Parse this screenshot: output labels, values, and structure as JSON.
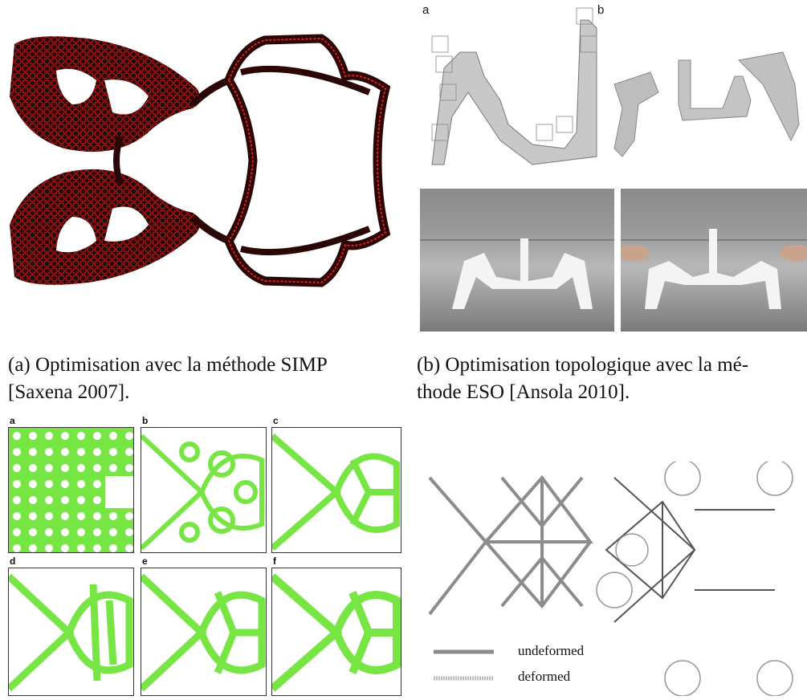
{
  "figure_a": {
    "caption_line1": "(a) Optimisation avec la méthode SIMP",
    "caption_line2": "[Saxena 2007]."
  },
  "figure_b": {
    "panel_a_label": "a",
    "panel_b_label": "b",
    "caption_line1": "(b) Optimisation topologique avec la mé-",
    "caption_line2": "thode ESO [Ansola 2010]."
  },
  "figure_c": {
    "panels": [
      "a",
      "b",
      "c",
      "d",
      "e",
      "f"
    ]
  },
  "figure_d": {
    "legend_undeformed": "undeformed",
    "legend_deformed": "deformed"
  },
  "colors": {
    "simp_dark": "#2a0606",
    "simp_red": "#cc1111",
    "green": "#77e645",
    "grey_bar": "#8c8c8c"
  }
}
